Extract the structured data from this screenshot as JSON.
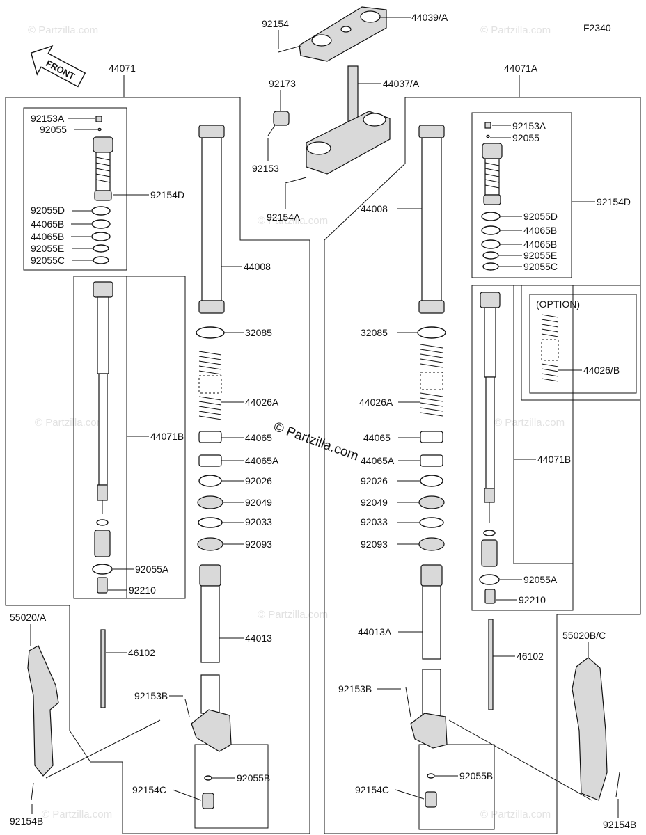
{
  "diagram_code": "F2340",
  "front_label": "FRONT",
  "option_label": "(OPTION)",
  "site_watermark": "© Partzilla.com",
  "center_watermark": "© Partzilla.com",
  "labels": {
    "p92154_top": "92154",
    "p44039A": "44039/A",
    "p92173": "92173",
    "p44037A": "44037/A",
    "p92153": "92153",
    "p92154A": "92154A",
    "p44071": "44071",
    "p44071A": "44071A",
    "L92153A": "92153A",
    "L92055": "92055",
    "L92154D": "92154D",
    "L92055D": "92055D",
    "L44065B_1": "44065B",
    "L44065B_2": "44065B",
    "L92055E": "92055E",
    "L92055C": "92055C",
    "L44008": "44008",
    "L32085": "32085",
    "L44026A": "44026A",
    "L44071B": "44071B",
    "L44065": "44065",
    "L44065A": "44065A",
    "L92026": "92026",
    "L92049": "92049",
    "L92033": "92033",
    "L92093": "92093",
    "L92055A": "92055A",
    "L92210": "92210",
    "L55020A": "55020/A",
    "L44013": "44013",
    "L46102": "46102",
    "L92153B": "92153B",
    "L92154C": "92154C",
    "L92055B": "92055B",
    "L92154B": "92154B",
    "R92153A": "92153A",
    "R92055": "92055",
    "R92154D": "92154D",
    "R92055D": "92055D",
    "R44065B_1": "44065B",
    "R44065B_2": "44065B",
    "R92055E": "92055E",
    "R92055C": "92055C",
    "R44008": "44008",
    "R32085": "32085",
    "R44026A": "44026A",
    "R44026B": "44026/B",
    "R44065": "44065",
    "R44065A": "44065A",
    "R92026": "92026",
    "R92049": "92049",
    "R92033": "92033",
    "R92093": "92093",
    "R44071B": "44071B",
    "R92055A": "92055A",
    "R92210": "92210",
    "R44013A": "44013A",
    "R46102": "46102",
    "R92153B": "92153B",
    "R55020BC": "55020B/C",
    "R92154C": "92154C",
    "R92055B": "92055B",
    "R92154B": "92154B"
  }
}
